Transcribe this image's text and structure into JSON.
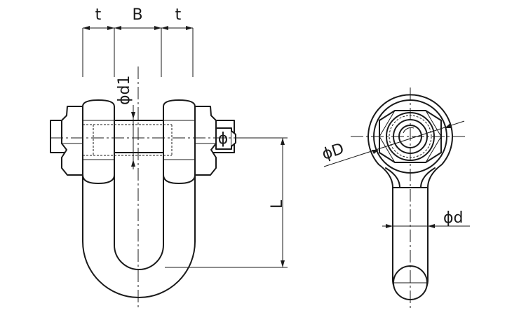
{
  "labels": {
    "t_left": "t",
    "b": "B",
    "t_right": "t",
    "d1": "ϕd1",
    "length": "L",
    "outer_diameter": "ϕD",
    "diameter": "ϕd",
    "pin_mark": "ϕ"
  }
}
